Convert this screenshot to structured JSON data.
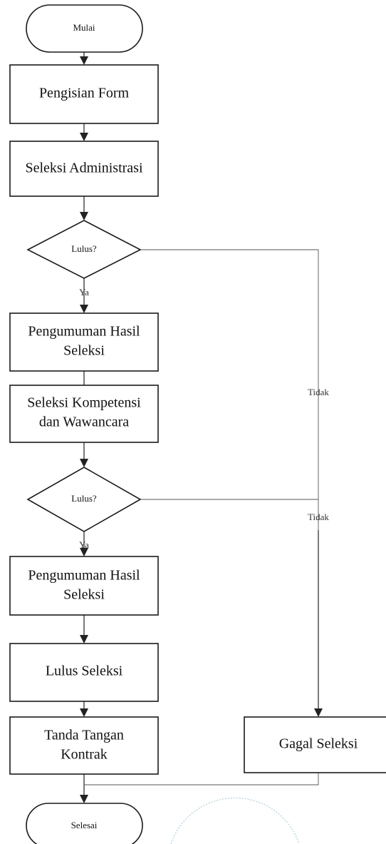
{
  "flowchart": {
    "nodes": {
      "start": "Mulai",
      "form": "Pengisian Form",
      "admin": "Seleksi Administrasi",
      "decision1": "Lulus?",
      "announce1": [
        "Pengumuman Hasil",
        "Seleksi"
      ],
      "competency": [
        "Seleksi Kompetensi",
        "dan Wawancara"
      ],
      "decision2": "Lulus?",
      "announce2": [
        "Pengumuman Hasil",
        "Seleksi"
      ],
      "pass": "Lulus Seleksi",
      "contract": [
        "Tanda Tangan",
        "Kontrak"
      ],
      "fail": "Gagal Seleksi",
      "end": "Selesai"
    },
    "edge_labels": {
      "yes1": "Ya",
      "no1": "Tidak",
      "yes2": "Ya",
      "no2": "Tidak"
    },
    "colors": {
      "stroke": "#1a1a1a",
      "background": "#ffffff"
    }
  }
}
